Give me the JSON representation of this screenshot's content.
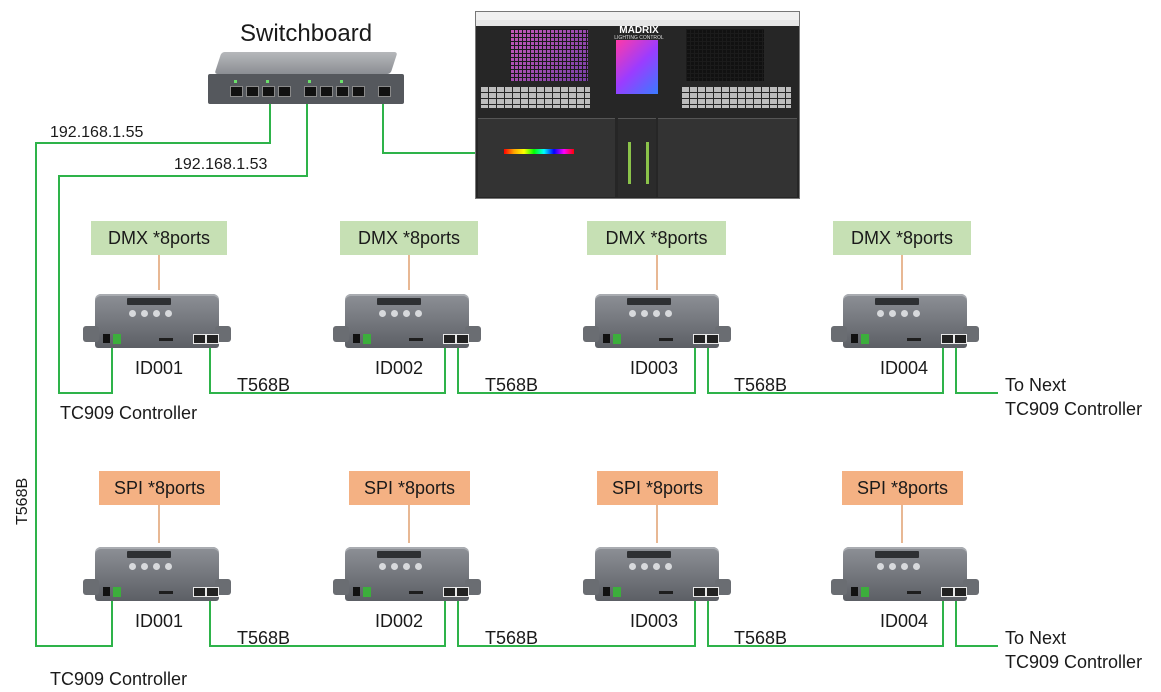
{
  "title": "Switchboard",
  "ips": [
    "192.168.1.55",
    "192.168.1.53"
  ],
  "vertical_label": "T568B",
  "software": {
    "brand": "MADRIX",
    "tagline": "LIGHTING CONTROL"
  },
  "rows": [
    {
      "tag_type": "dmx",
      "tag_color": "#c6e0b4",
      "tag_label": "DMX *8ports",
      "ids": [
        "ID001",
        "ID002",
        "ID003",
        "ID004"
      ],
      "links": [
        "T568B",
        "T568B",
        "T568B"
      ],
      "controller_label": "TC909 Controller",
      "next_label_1": "To Next",
      "next_label_2": "TC909 Controller"
    },
    {
      "tag_type": "spi",
      "tag_color": "#f4b183",
      "tag_label": "SPI *8ports",
      "ids": [
        "ID001",
        "ID002",
        "ID003",
        "ID004"
      ],
      "links": [
        "T568B",
        "T568B",
        "T568B"
      ],
      "controller_label": "TC909 Controller",
      "next_label_1": "To Next",
      "next_label_2": "TC909 Controller"
    }
  ],
  "colors": {
    "wire_green": "#2eb34a",
    "tag_line": "#e0a070"
  }
}
